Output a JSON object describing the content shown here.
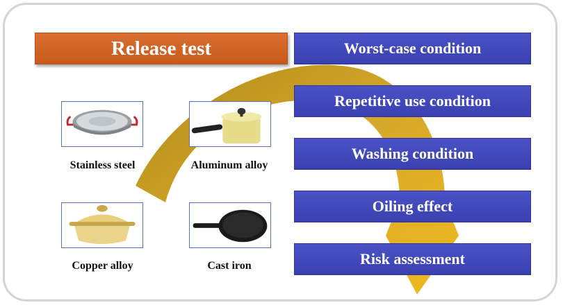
{
  "title": "Release test",
  "steps": [
    "Worst-case condition",
    "Repetitive use condition",
    "Washing condition",
    "Oiling effect",
    "Risk assessment"
  ],
  "materials": [
    "Stainless steel",
    "Aluminum alloy",
    "Copper alloy",
    "Cast iron"
  ],
  "colors": {
    "title_bar": "#cc5f22",
    "step_box": "#4048b8",
    "arrow": "#bf9a1e"
  }
}
